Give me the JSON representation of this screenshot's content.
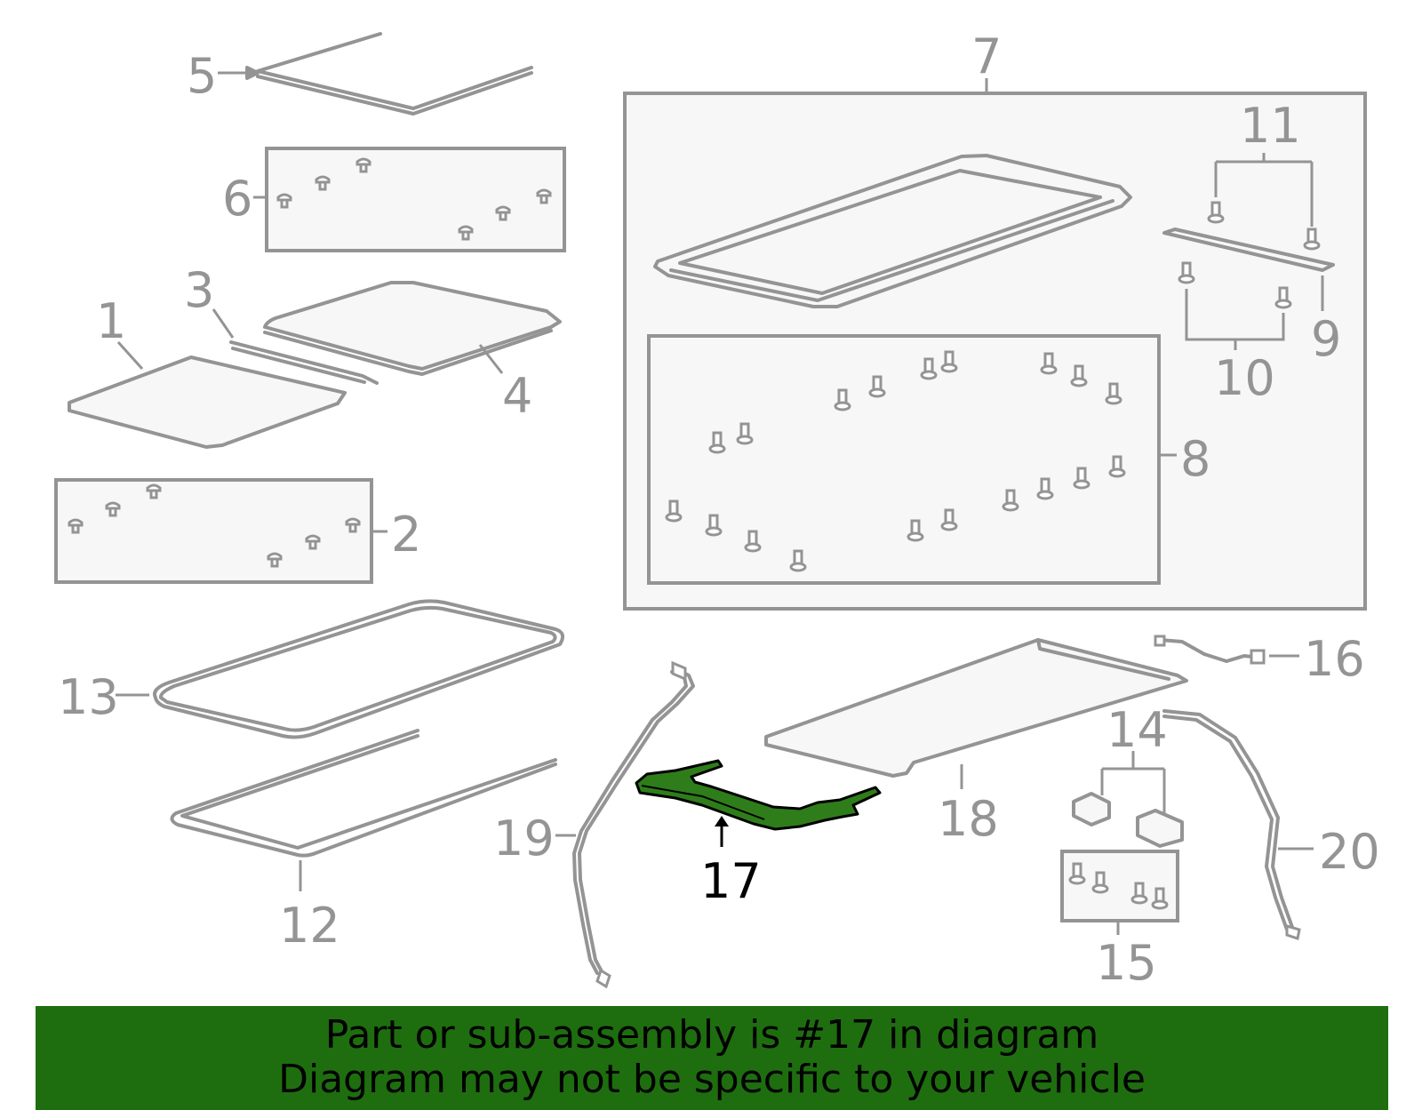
{
  "banner": {
    "line1": "Part or sub-assembly is #17 in diagram",
    "line2": "Diagram may not be specific to your vehicle",
    "background": "#1e6e0f"
  },
  "highlight": {
    "part_number": "17",
    "color": "#2e7d1a"
  },
  "callouts": {
    "c1": "1",
    "c2": "2",
    "c3": "3",
    "c4": "4",
    "c5": "5",
    "c6": "6",
    "c7": "7",
    "c8": "8",
    "c9": "9",
    "c10": "10",
    "c11": "11",
    "c12": "12",
    "c13": "13",
    "c14": "14",
    "c15": "15",
    "c16": "16",
    "c17": "17",
    "c18": "18",
    "c19": "19",
    "c20": "20"
  },
  "colors": {
    "line": "#949494",
    "panel": "#f7f7f7"
  }
}
